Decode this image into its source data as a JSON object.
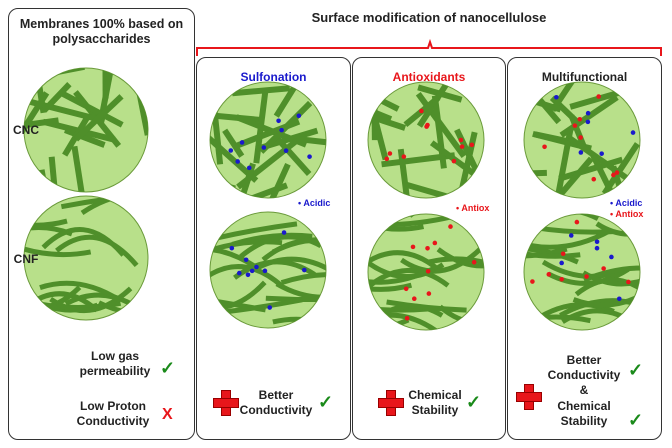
{
  "title": "Surface modification of nanocellulose",
  "left": {
    "heading": "Membranes 100% based on polysaccharides",
    "row_labels": [
      "CNC",
      "CNF"
    ],
    "prop1": "Low gas permeability",
    "prop2": "Low Proton Conductivity",
    "prop1_mark": "✓",
    "prop2_mark": "X"
  },
  "panels": [
    {
      "title": "Sulfonation",
      "title_color": "#1a1acc",
      "legend": [
        "Acidic"
      ],
      "result": "Better Conductivity",
      "mark": "✓"
    },
    {
      "title": "Antioxidants",
      "title_color": "#e8161b",
      "legend": [
        "Antiox"
      ],
      "result": "Chemical Stability",
      "mark": "✓"
    },
    {
      "title": "Multifunctional",
      "title_color": "#222222",
      "legend": [
        "Acidic",
        "Antiox"
      ],
      "result_lines": [
        "Better Conductivity",
        "&",
        "Chemical Stability"
      ],
      "mark": "✓"
    }
  ],
  "colors": {
    "acidic": "#1a1acc",
    "antiox": "#e8161b",
    "fiber": "#4f8f2a",
    "bg": "#b8e08a"
  }
}
